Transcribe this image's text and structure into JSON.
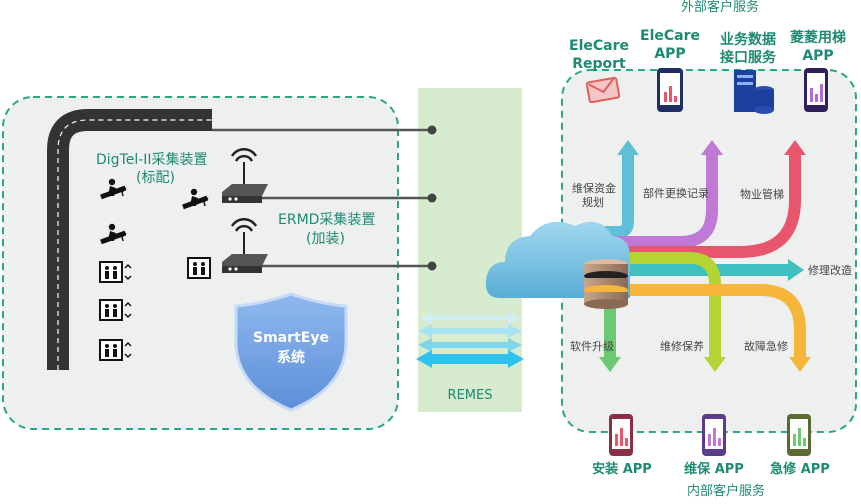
{
  "left": {
    "digtel_label": "DigTel-II采集装置",
    "digtel_sub": "(标配)",
    "ermd_label": "ERMD采集装置",
    "ermd_sub": "(加装)",
    "shield_line1": "SmartEye",
    "shield_line2": "系统"
  },
  "middle": {
    "remes_label": "REMES"
  },
  "external": {
    "title": "外部客户服务",
    "services": [
      {
        "line1": "EleCare",
        "line2": "Report",
        "icon": "email-icon"
      },
      {
        "line1": "EleCare",
        "line2": "APP",
        "icon": "phone-app-icon"
      },
      {
        "line1": "业务数据",
        "line2": "接口服务",
        "icon": "server-icon"
      },
      {
        "line1": "菱菱用梯",
        "line2": "APP",
        "icon": "phone-app-icon"
      }
    ]
  },
  "flows": {
    "maintenance_fund": "维保资金",
    "maintenance_fund_2": "规划",
    "parts_record": "部件更换记录",
    "property_mgmt": "物业管梯",
    "repair_improve": "修理改造",
    "software_upgrade": "软件升级",
    "maintenance": "维修保养",
    "emergency_repair": "故障急修"
  },
  "internal": {
    "title": "内部客户服务",
    "apps": [
      {
        "label": "安装 APP",
        "color": "#8a2f45"
      },
      {
        "label": "维保 APP",
        "color": "#5b3c8c"
      },
      {
        "label": "急修 APP",
        "color": "#5a6a33"
      }
    ]
  },
  "colors": {
    "teal": "#1f8a73",
    "arrow_cyan": "#5ec0d8",
    "arrow_purple": "#c07ad6",
    "arrow_red": "#e8566e",
    "arrow_teal": "#3fbfbf",
    "arrow_green": "#6cc872",
    "arrow_lime": "#b5d334",
    "arrow_orange": "#f5b63a"
  }
}
